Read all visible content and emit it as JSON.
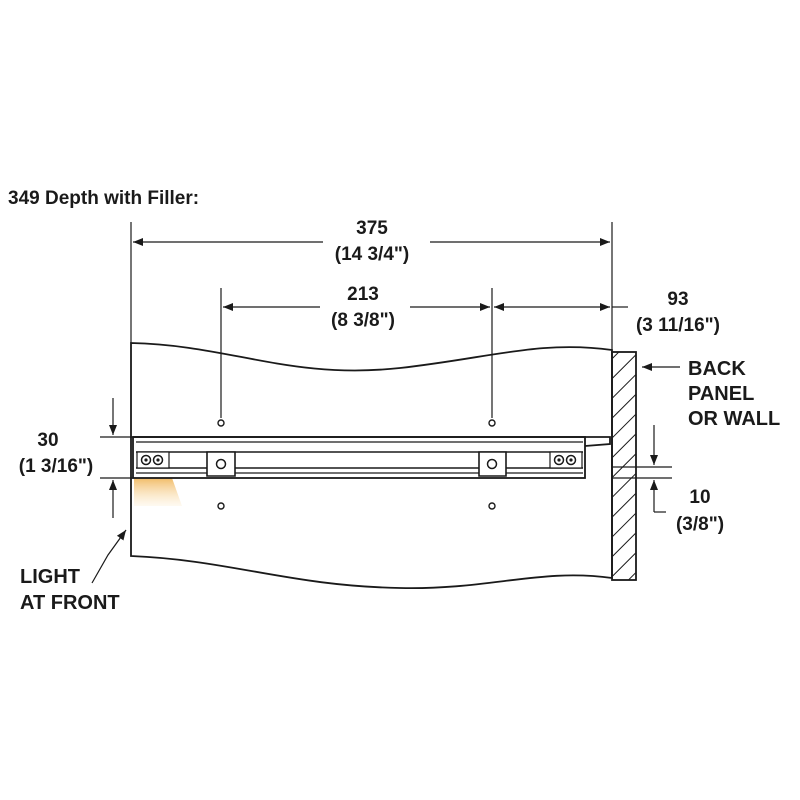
{
  "title": "349 Depth with Filler:",
  "dimensions": {
    "overall": {
      "mm": "375",
      "inch": "(14 3/4\")"
    },
    "hole_spacing": {
      "mm": "213",
      "inch": "(8 3/8\")"
    },
    "rear_offset": {
      "mm": "93",
      "inch": "(3 11/16\")"
    },
    "height": {
      "mm": "30",
      "inch": "(1 3/16\")"
    },
    "gap": {
      "mm": "10",
      "inch": "(3/8\")"
    }
  },
  "labels": {
    "back_line1": "BACK",
    "back_line2": "PANEL",
    "back_line3": "OR WALL",
    "light_line1": "LIGHT",
    "light_line2": "AT FRONT"
  },
  "colors": {
    "ink": "#1a1a1a",
    "light_glow": "#f2c57a"
  }
}
